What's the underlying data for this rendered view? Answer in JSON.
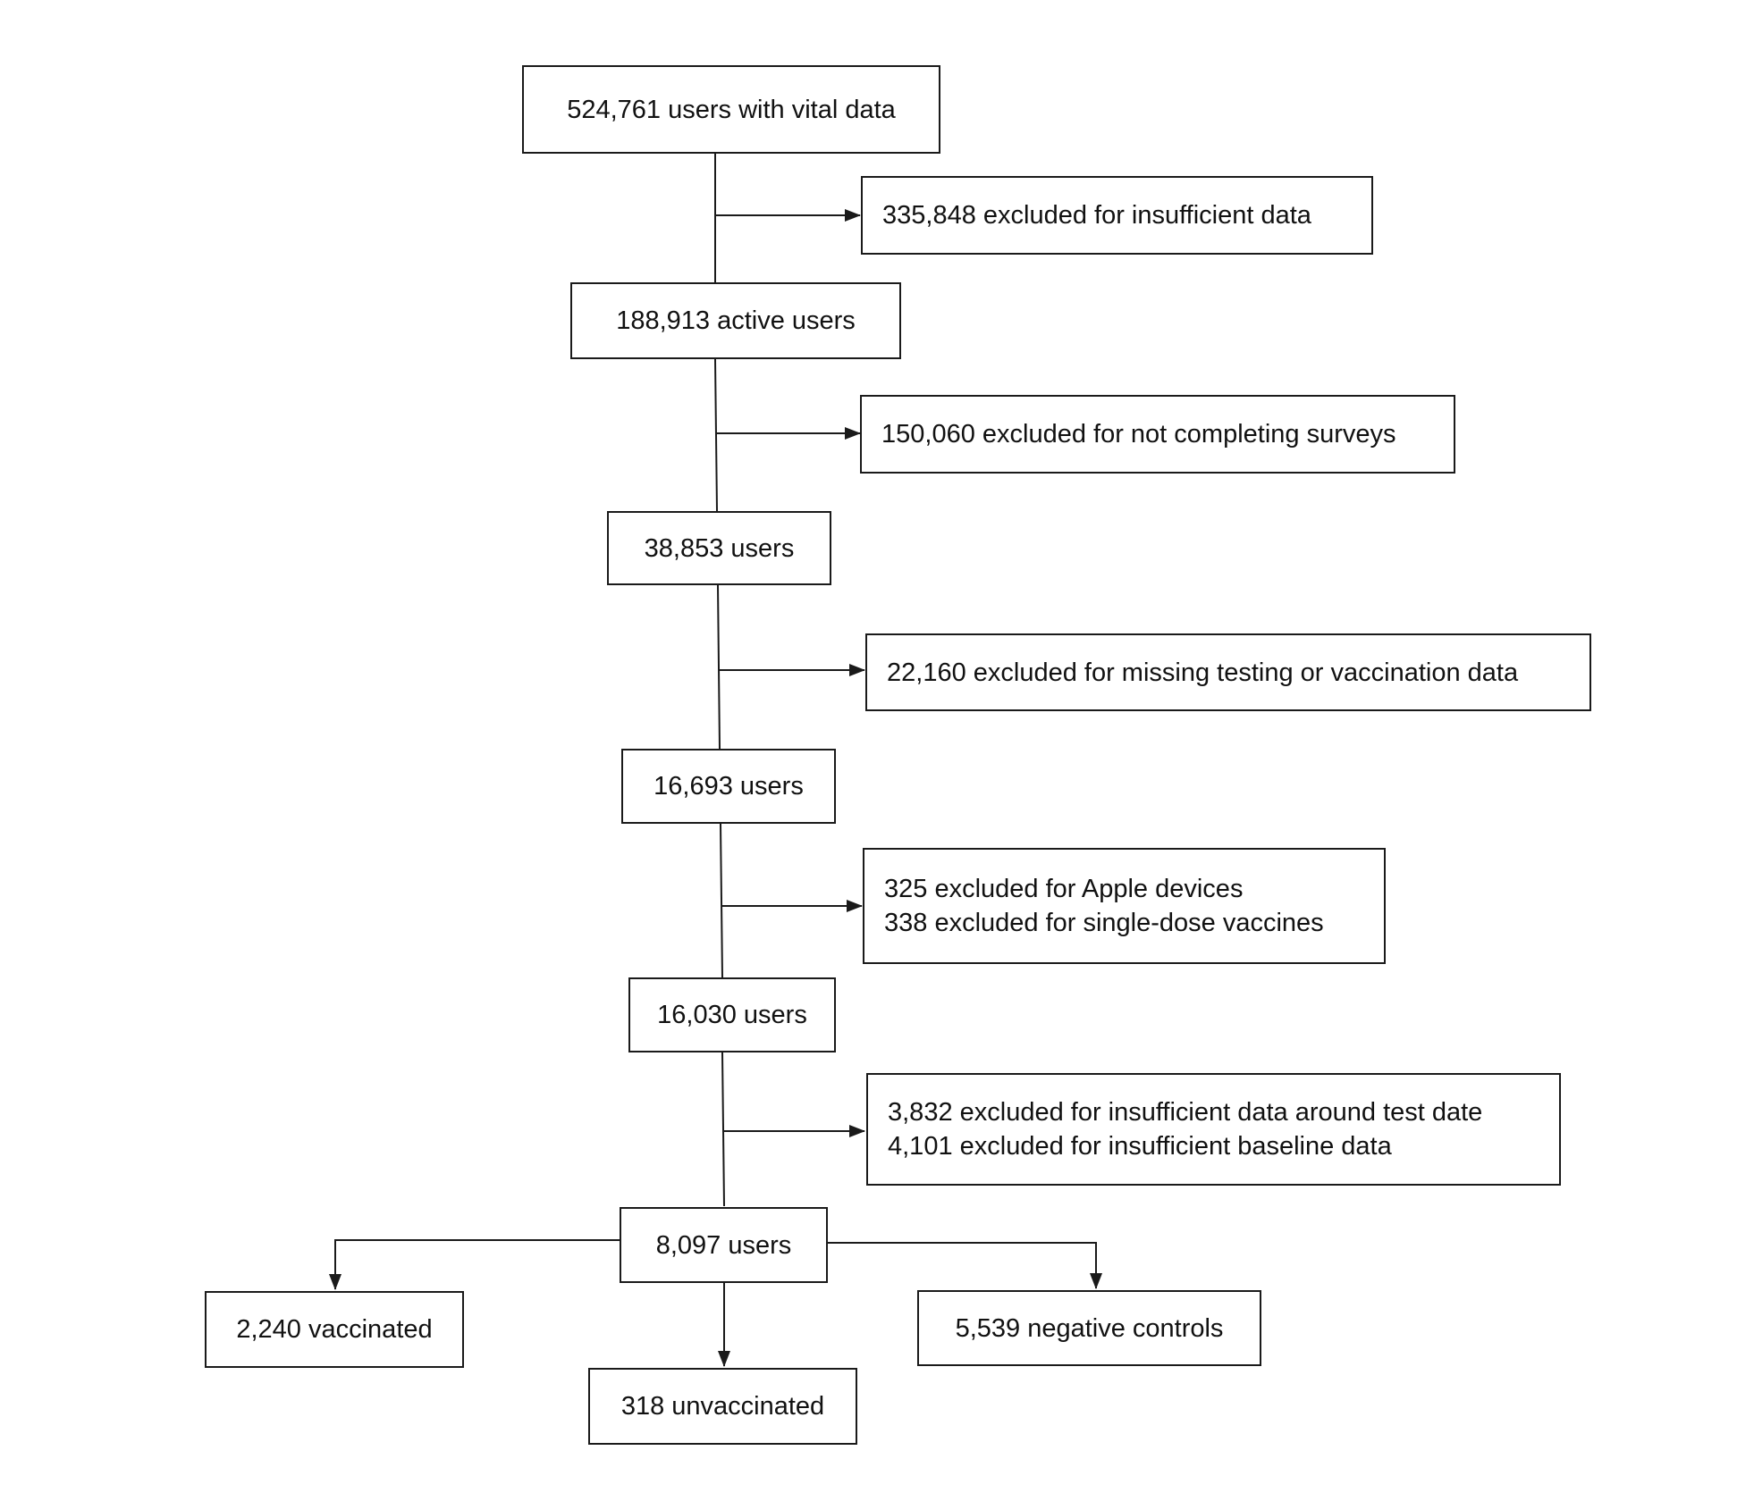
{
  "colors": {
    "line": "#1a1a1a",
    "text": "#111111",
    "background": "#ffffff"
  },
  "stages": {
    "s1": "524,761 users with vital data",
    "s2": "188,913 active users",
    "s3": "38,853 users",
    "s4": "16,693 users",
    "s5": "16,030 users",
    "s6": "8,097 users"
  },
  "exclusions": {
    "e1": "335,848 excluded for insufficient data",
    "e2": "150,060 excluded for not completing surveys",
    "e3": "22,160 excluded for missing testing or vaccination data",
    "e4": [
      "325 excluded for Apple devices",
      "338 excluded for single-dose vaccines"
    ],
    "e5": [
      "3,832 excluded for insufficient data around test date",
      "4,101 excluded for insufficient baseline data"
    ]
  },
  "outcomes": {
    "vaccinated": "2,240 vaccinated",
    "unvaccinated": "318 unvaccinated",
    "negative_controls": "5,539 negative controls"
  }
}
